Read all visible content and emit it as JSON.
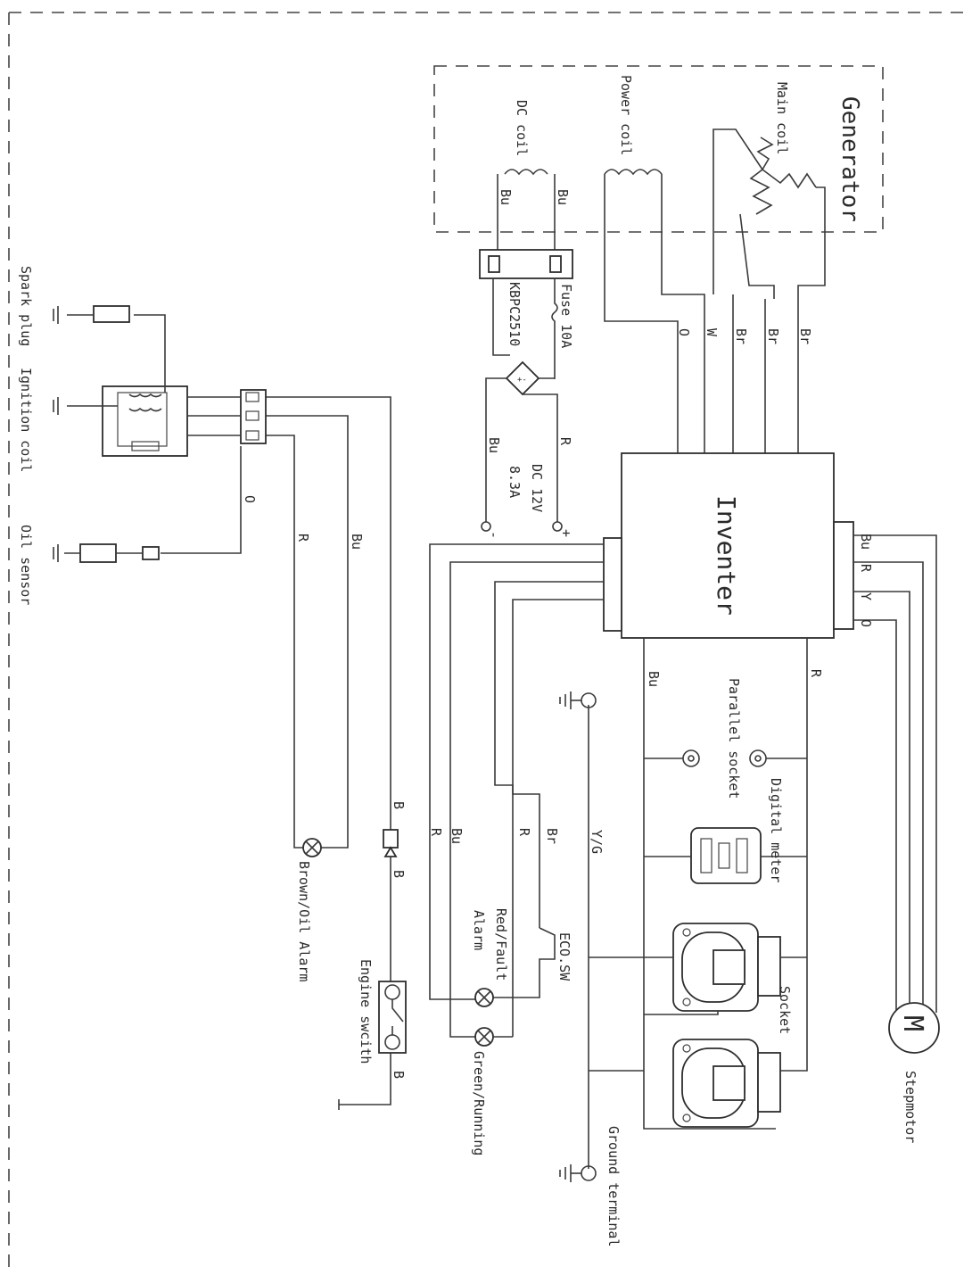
{
  "labels": {
    "generator": "Generator",
    "main_coil": "Main coil",
    "power_coil": "Power coil",
    "dc_coil": "DC coil",
    "fuse": "Fuse 10A",
    "bridge": "KBPC2510",
    "dc_output": "DC 12V",
    "dc_current": "8.3A",
    "plus": "+",
    "minus": "-",
    "inverter": "Inventer",
    "stepmotor": "Stepmotor",
    "parallel_socket": "Parallel socket",
    "digital_meter": "Digital meter",
    "socket": "Socket",
    "ground_terminal": "Ground terminal",
    "eco_sw": "ECO.SW",
    "red_fault": "Red/Fault",
    "alarm": "Alarm",
    "green_running": "Green/Running",
    "engine_switch": "Engine swcith",
    "brown_oil": "Brown/Oil Alarm",
    "spark_plug": "Spark plug",
    "ignition_coil": "Ignition coil",
    "oil_sensor": "Oil sensor"
  },
  "wire_codes": {
    "br": "Br",
    "r": "R",
    "w": "W",
    "o": "O",
    "bu": "Bu",
    "y": "Y",
    "b": "B",
    "yg": "Y/G"
  },
  "colors": {
    "line": "#3a3a3a",
    "background": "#ffffff"
  }
}
